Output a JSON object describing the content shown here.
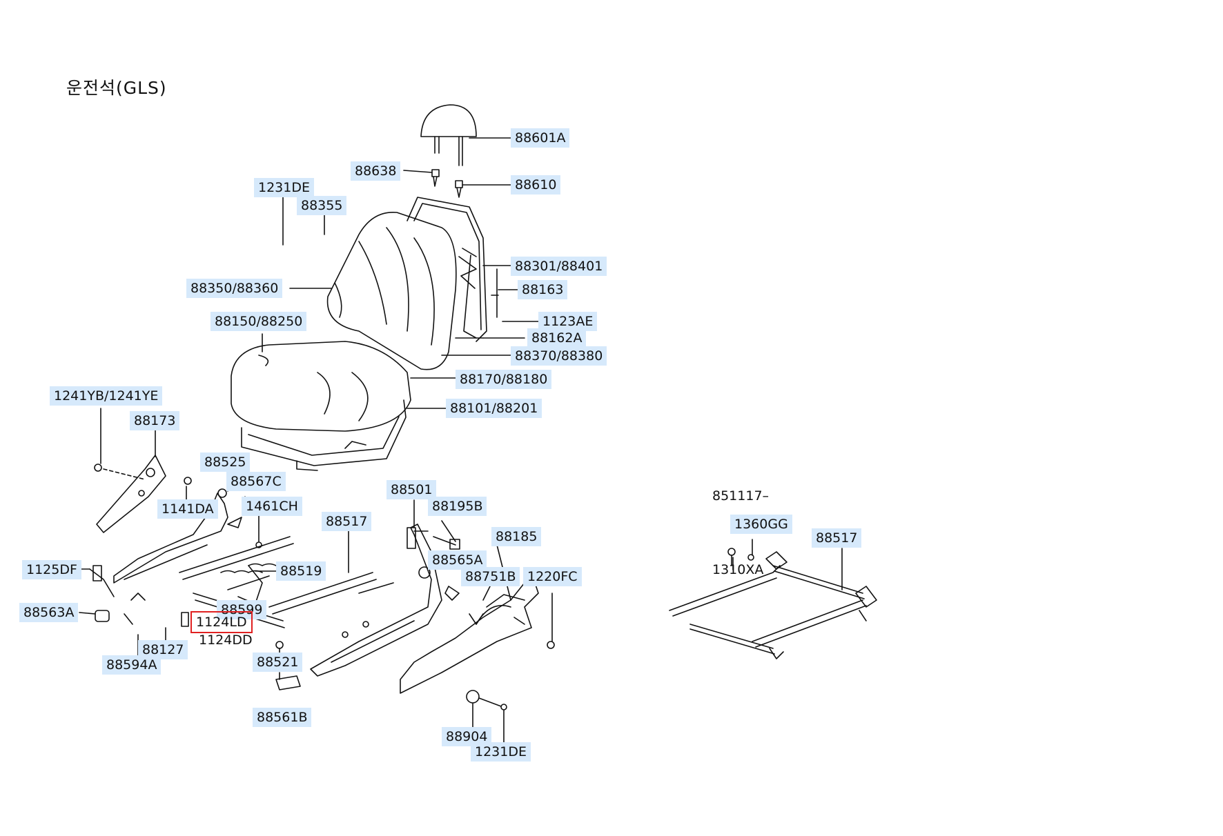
{
  "diagram": {
    "title": "운전석(GLS)",
    "sublabel": "851117–",
    "colors": {
      "label_bg": "#d6e9fb",
      "selection": "#e02020",
      "line": "#111111"
    },
    "parts": [
      {
        "id": "p01",
        "label": "88601A"
      },
      {
        "id": "p02",
        "label": "88638"
      },
      {
        "id": "p03",
        "label": "88610"
      },
      {
        "id": "p04",
        "label": "1231DE"
      },
      {
        "id": "p05",
        "label": "88355"
      },
      {
        "id": "p06",
        "label": "88301/88401"
      },
      {
        "id": "p07",
        "label": "88163"
      },
      {
        "id": "p08",
        "label": "88350/88360"
      },
      {
        "id": "p09",
        "label": "1123AE"
      },
      {
        "id": "p10",
        "label": "88150/88250"
      },
      {
        "id": "p11",
        "label": "88162A"
      },
      {
        "id": "p12",
        "label": "88370/88380"
      },
      {
        "id": "p13",
        "label": "88170/88180"
      },
      {
        "id": "p14",
        "label": "88101/88201"
      },
      {
        "id": "p15",
        "label": "1241YB/1241YE"
      },
      {
        "id": "p16",
        "label": "88173"
      },
      {
        "id": "p17",
        "label": "88525"
      },
      {
        "id": "p18",
        "label": "88567C"
      },
      {
        "id": "p19",
        "label": "1141DA"
      },
      {
        "id": "p20",
        "label": "1461CH"
      },
      {
        "id": "p21",
        "label": "88501"
      },
      {
        "id": "p22",
        "label": "88195B"
      },
      {
        "id": "p23",
        "label": "88517"
      },
      {
        "id": "p24",
        "label": "88185"
      },
      {
        "id": "p25",
        "label": "88565A"
      },
      {
        "id": "p26",
        "label": "1125DF"
      },
      {
        "id": "p27",
        "label": "88519"
      },
      {
        "id": "p28",
        "label": "88751B"
      },
      {
        "id": "p29",
        "label": "1220FC"
      },
      {
        "id": "p30",
        "label": "88563A"
      },
      {
        "id": "p31",
        "label": "88599"
      },
      {
        "id": "p32",
        "label": "1124LD",
        "selected": true
      },
      {
        "id": "p33",
        "label": "1124DD"
      },
      {
        "id": "p34",
        "label": "88127"
      },
      {
        "id": "p35",
        "label": "88594A"
      },
      {
        "id": "p36",
        "label": "88521"
      },
      {
        "id": "p37",
        "label": "88561B"
      },
      {
        "id": "p38",
        "label": "88904"
      },
      {
        "id": "p39",
        "label": "1231DE"
      },
      {
        "id": "p40",
        "label": "1360GG"
      },
      {
        "id": "p41",
        "label": "88517"
      },
      {
        "id": "p42",
        "label": "1310XA"
      }
    ]
  }
}
